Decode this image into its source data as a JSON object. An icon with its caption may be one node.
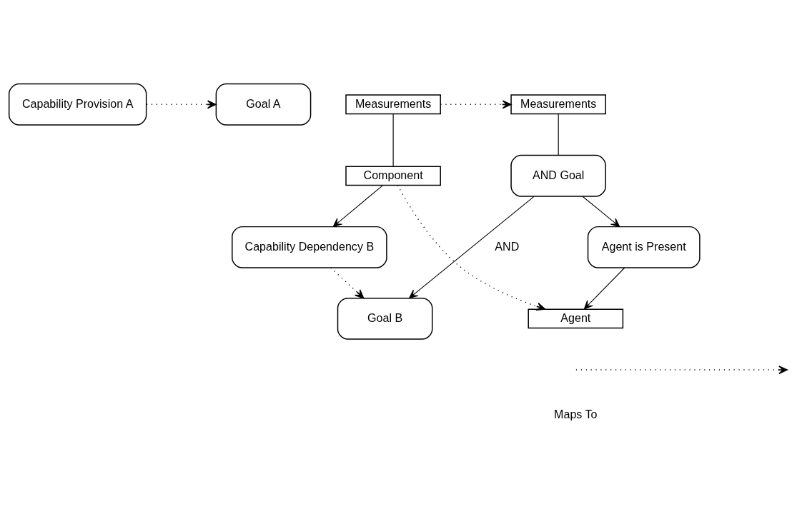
{
  "diagram": {
    "nodes": [
      {
        "text": [
          "Capability Provision A"
        ]
      },
      {
        "text": [
          "Measurements"
        ]
      },
      {
        "text": [
          "Goal A"
        ]
      },
      {
        "text": [
          "Measurements"
        ]
      },
      {
        "text": [
          "Component"
        ]
      },
      {
        "text": [
          "AND Goal"
        ]
      },
      {
        "text": [
          "Goal B"
        ]
      },
      {
        "text": [
          "Agent is Present"
        ]
      },
      {
        "text": [
          "Capability Dependency B"
        ]
      },
      {
        "text": [
          "Agent"
        ]
      }
    ],
    "edges": [
      {
        "from": 0,
        "to": 2,
        "arrow": "to",
        "style": "dashed"
      },
      {
        "from": 1,
        "to": 3,
        "arrow": "to",
        "style": "dashed"
      },
      {
        "from": 1,
        "to": 4,
        "arrow": "none"
      },
      {
        "from": 4,
        "to": 8,
        "arrow": "to"
      },
      {
        "from": 3,
        "to": 5,
        "arrow": "none"
      },
      {
        "from": 5,
        "to": 6,
        "arrow": "to",
        "label": "AND"
      },
      {
        "from": 5,
        "to": 7,
        "arrow": "to"
      },
      {
        "from": 4,
        "to": 9,
        "arrow": "to",
        "style": "dashed"
      },
      {
        "from": 8,
        "to": 6,
        "arrow": "to",
        "style": "dashed"
      },
      {
        "from": 7,
        "to": 9,
        "arrow": "to"
      }
    ],
    "legend": [
      {
        "text": "Maps To"
      }
    ]
  }
}
